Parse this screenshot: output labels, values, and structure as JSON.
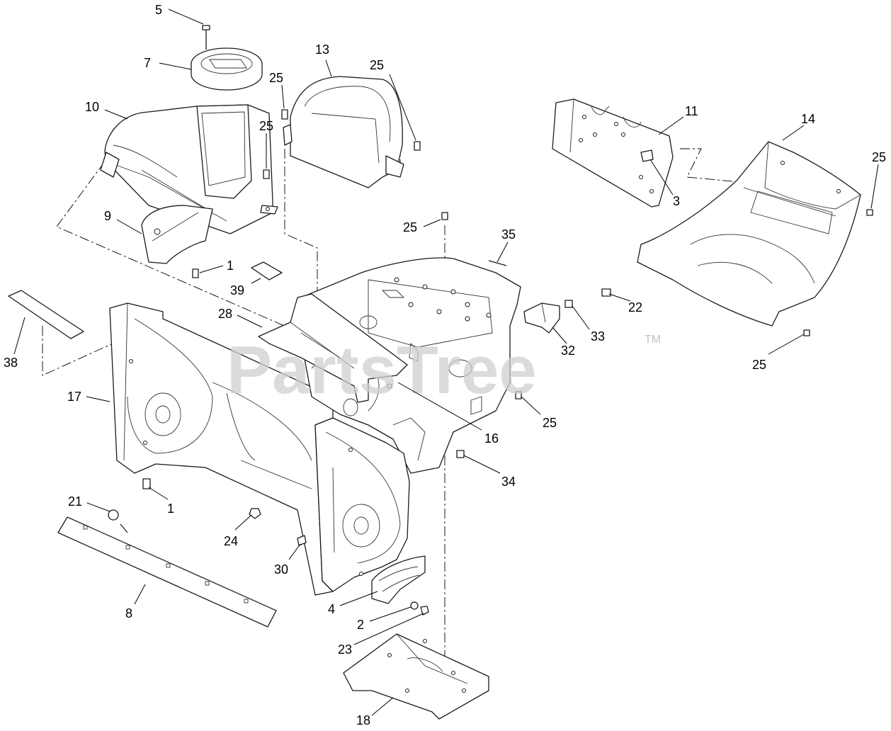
{
  "watermark": {
    "text": "PartsTree",
    "mark": "TM"
  },
  "callouts": [
    {
      "id": "c5",
      "label": "5"
    },
    {
      "id": "c7",
      "label": "7"
    },
    {
      "id": "c10",
      "label": "10"
    },
    {
      "id": "c13",
      "label": "13"
    },
    {
      "id": "c25a",
      "label": "25"
    },
    {
      "id": "c25b",
      "label": "25"
    },
    {
      "id": "c25c",
      "label": "25"
    },
    {
      "id": "c11",
      "label": "11"
    },
    {
      "id": "c14",
      "label": "14"
    },
    {
      "id": "c25d",
      "label": "25"
    },
    {
      "id": "c3",
      "label": "3"
    },
    {
      "id": "c9",
      "label": "9"
    },
    {
      "id": "c1a",
      "label": "1"
    },
    {
      "id": "c25e",
      "label": "25"
    },
    {
      "id": "c35",
      "label": "35"
    },
    {
      "id": "c39",
      "label": "39"
    },
    {
      "id": "c28",
      "label": "28"
    },
    {
      "id": "c33",
      "label": "33"
    },
    {
      "id": "c22",
      "label": "22"
    },
    {
      "id": "c32",
      "label": "32"
    },
    {
      "id": "c38",
      "label": "38"
    },
    {
      "id": "c25f",
      "label": "25"
    },
    {
      "id": "c17",
      "label": "17"
    },
    {
      "id": "c25g",
      "label": "25"
    },
    {
      "id": "c16",
      "label": "16"
    },
    {
      "id": "c34",
      "label": "34"
    },
    {
      "id": "c21",
      "label": "21"
    },
    {
      "id": "c1b",
      "label": "1"
    },
    {
      "id": "c24",
      "label": "24"
    },
    {
      "id": "c30",
      "label": "30"
    },
    {
      "id": "c4",
      "label": "4"
    },
    {
      "id": "c8",
      "label": "8"
    },
    {
      "id": "c2",
      "label": "2"
    },
    {
      "id": "c23",
      "label": "23"
    },
    {
      "id": "c18",
      "label": "18"
    }
  ]
}
